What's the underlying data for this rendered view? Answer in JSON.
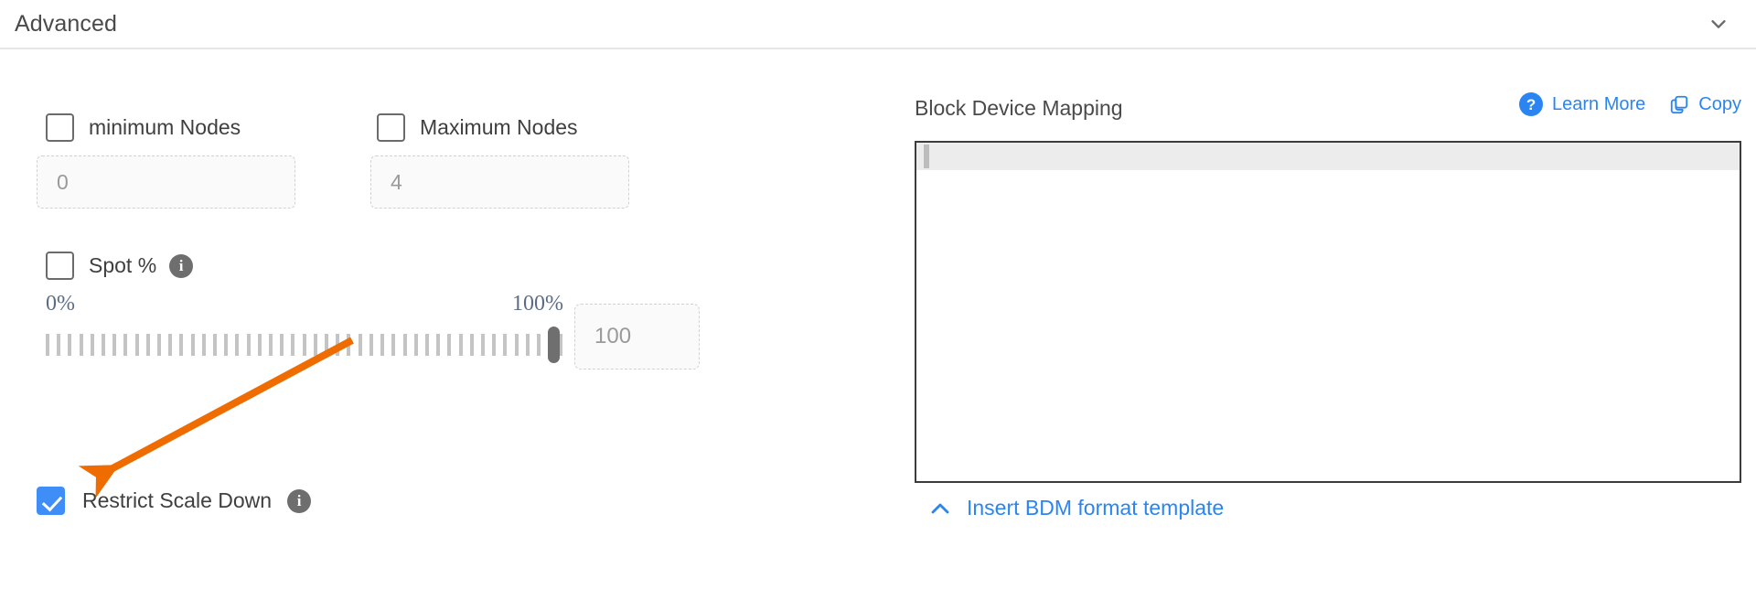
{
  "section": {
    "title": "Advanced",
    "collapse_icon": "chevron-down-icon"
  },
  "left_panel": {
    "min_nodes": {
      "checkbox_checked": false,
      "label": "minimum Nodes",
      "input_placeholder": "0",
      "input_value": ""
    },
    "max_nodes": {
      "checkbox_checked": false,
      "label": "Maximum Nodes",
      "input_placeholder": "4",
      "input_value": ""
    },
    "spot": {
      "checkbox_checked": false,
      "label": "Spot %",
      "info_icon": "info-icon",
      "info_glyph": "i"
    },
    "slider": {
      "min_label": "0%",
      "max_label": "100%",
      "value": 100,
      "tick_count": 47,
      "value_input_placeholder": "100",
      "value_input_value": ""
    },
    "restrict_scale_down": {
      "checkbox_checked": true,
      "label": "Restrict Scale Down",
      "info_icon": "info-icon",
      "info_glyph": "i"
    }
  },
  "right_panel": {
    "title": "Block Device Mapping",
    "learn_more": {
      "icon": "question-circle-icon",
      "glyph": "?",
      "label": "Learn More"
    },
    "copy": {
      "icon": "copy-icon",
      "label": "Copy"
    },
    "editor": {
      "content": "",
      "active_line": 1
    },
    "insert_template": {
      "icon": "chevron-up-icon",
      "label": "Insert BDM format template"
    }
  },
  "colors": {
    "accent_blue": "#2a85f2",
    "checkbox_blue": "#3f8ef7",
    "annotation_orange": "#ef6c00",
    "text_dark": "#3f3f3f",
    "muted": "#9a9a9a",
    "slider_label": "#5b6c84"
  }
}
